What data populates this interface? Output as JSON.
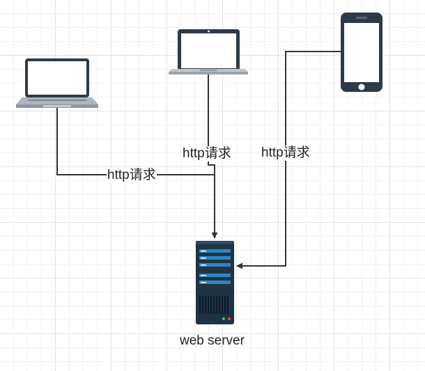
{
  "diagram": {
    "nodes": {
      "laptop_left": {
        "icon": "laptop-icon"
      },
      "laptop_center": {
        "icon": "laptop-icon"
      },
      "phone": {
        "icon": "smartphone-icon"
      },
      "server": {
        "icon": "server-icon",
        "label": "web server"
      }
    },
    "edges": [
      {
        "from": "laptop_left",
        "to": "server",
        "label": "http请求"
      },
      {
        "from": "laptop_center",
        "to": "server",
        "label": "http请求"
      },
      {
        "from": "phone",
        "to": "server",
        "label": "http请求"
      }
    ]
  },
  "colors": {
    "connector": "#333333",
    "device_dark": "#2e3a47",
    "laptop_base": "#aeb5bc",
    "server_body": "#1f3345",
    "server_slot": "#2e86c1",
    "background": "#ffffff",
    "grid": "#e2e2e2"
  }
}
